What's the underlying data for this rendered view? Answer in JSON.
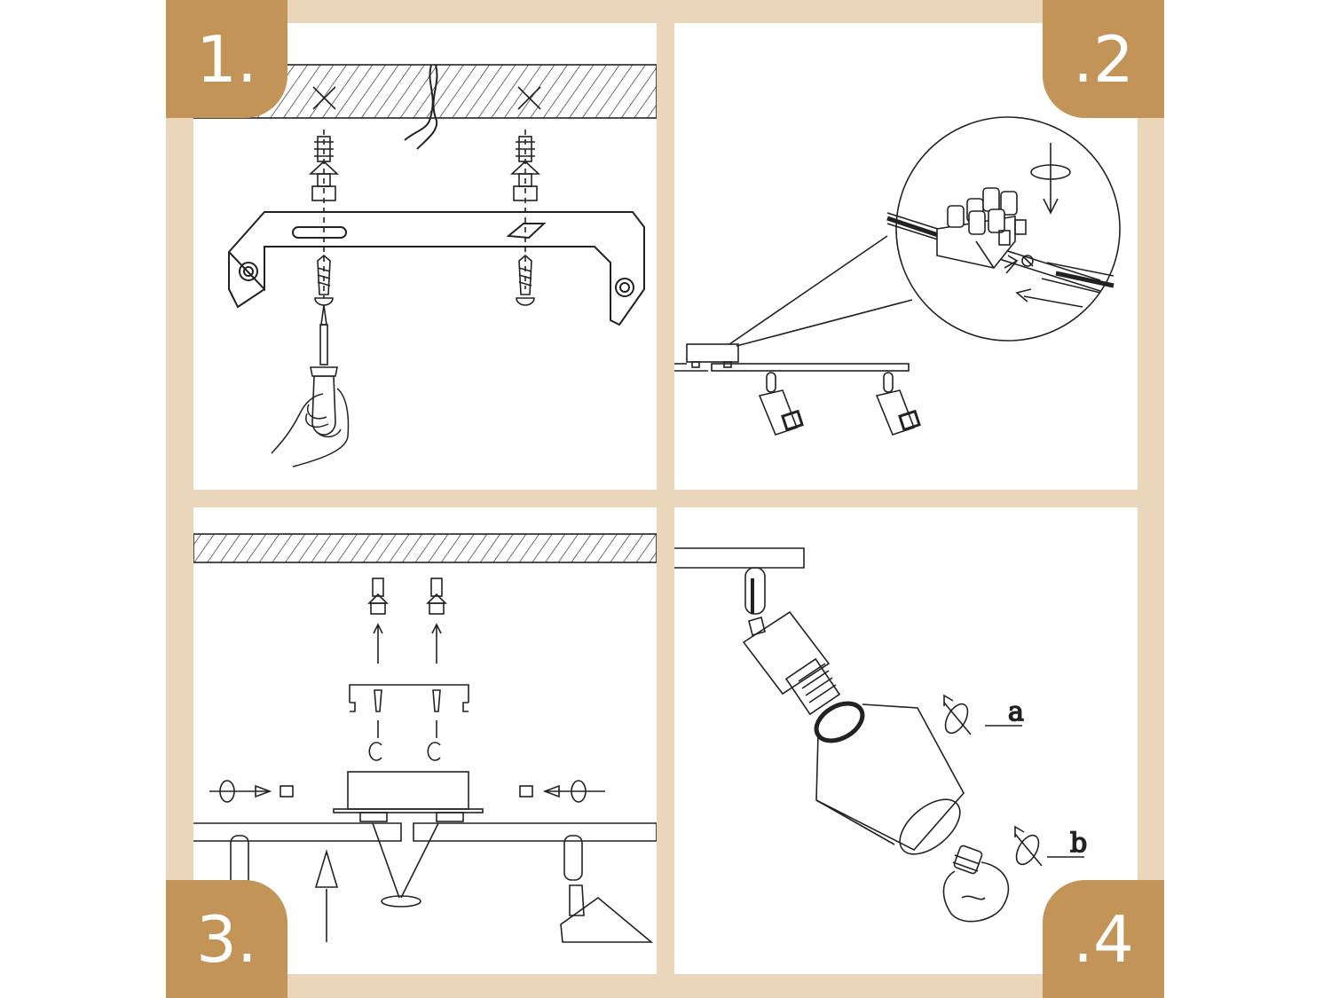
{
  "steps": [
    {
      "number": "1."
    },
    {
      "number": ".2"
    },
    {
      "number": "3."
    },
    {
      "number": ".4"
    }
  ],
  "callouts": {
    "a": "a",
    "b": "b"
  },
  "colors": {
    "background": "#ead6bb",
    "badge": "#c29458",
    "panel": "#ffffff",
    "line": "#222222"
  }
}
